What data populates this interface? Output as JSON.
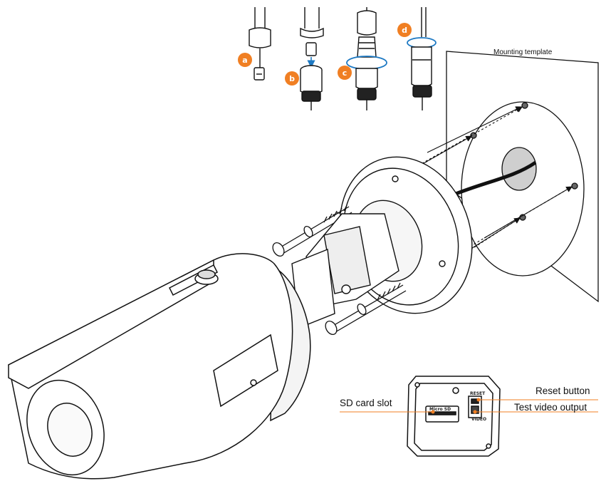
{
  "labels": {
    "mounting_template": "Mounting template",
    "sd_card_slot": "SD card slot",
    "reset_button": "Reset button",
    "test_video_output": "Test video output",
    "micro_sd": "Micro SD",
    "reset_marking": "RESET",
    "video_marking": "VIDEO"
  },
  "steps": [
    {
      "letter": "a"
    },
    {
      "letter": "b"
    },
    {
      "letter": "c"
    },
    {
      "letter": "d"
    }
  ],
  "colors": {
    "accent_orange": "#f07f23",
    "rotation_arrow_blue": "#1d79c3",
    "line": "#111111"
  }
}
